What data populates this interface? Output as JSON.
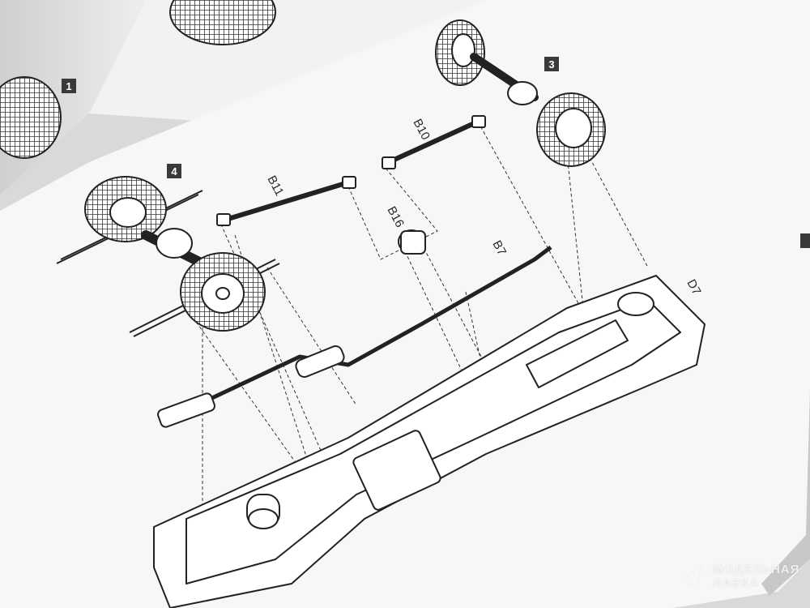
{
  "steps": [
    "1",
    "3",
    "4"
  ],
  "part_labels": {
    "b10": "B10",
    "b11": "B11",
    "b16": "B16",
    "b7": "B7",
    "d7": "D7"
  },
  "watermark": {
    "line1": "МОДЕЛЬНАЯ",
    "line2": "ЛАВКА"
  },
  "colors": {
    "paper": "#f6f6f6",
    "ink": "#2a2a2a",
    "shadow": "#d9d9da"
  }
}
